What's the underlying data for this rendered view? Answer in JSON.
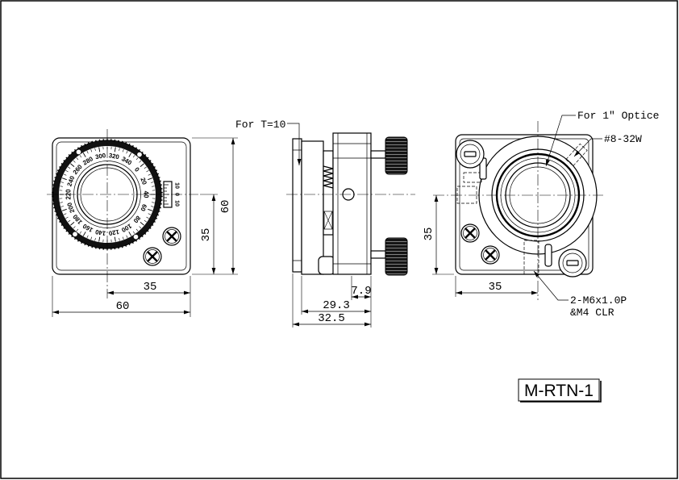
{
  "colors": {
    "ink": "#000000",
    "paper": "#ffffff"
  },
  "sheet": {
    "part_number": "M-RTN-1"
  },
  "front_view": {
    "dim_overall_height": "60",
    "dim_center_height": "35",
    "dim_center_offset": "35",
    "dim_overall_width": "60",
    "dial_scale_labels": [
      "0",
      "20",
      "40",
      "60",
      "80",
      "100",
      "120",
      "140",
      "160",
      "180",
      "200",
      "220",
      "240",
      "260",
      "280",
      "300",
      "320",
      "340"
    ],
    "vernier_labels": [
      "10",
      "0",
      "10"
    ]
  },
  "side_view": {
    "note_thickness": "For T=10",
    "dim_knob_offset": "7.9",
    "dim_body_depth": "29.3",
    "dim_overall_depth": "32.5"
  },
  "back_view": {
    "note_optic": "For 1\" Optice",
    "note_thread": "#8-32W",
    "dim_center_height": "35",
    "dim_center_offset": "35",
    "note_mount_holes": [
      "2-M6x1.0P",
      "&M4 CLR"
    ]
  }
}
